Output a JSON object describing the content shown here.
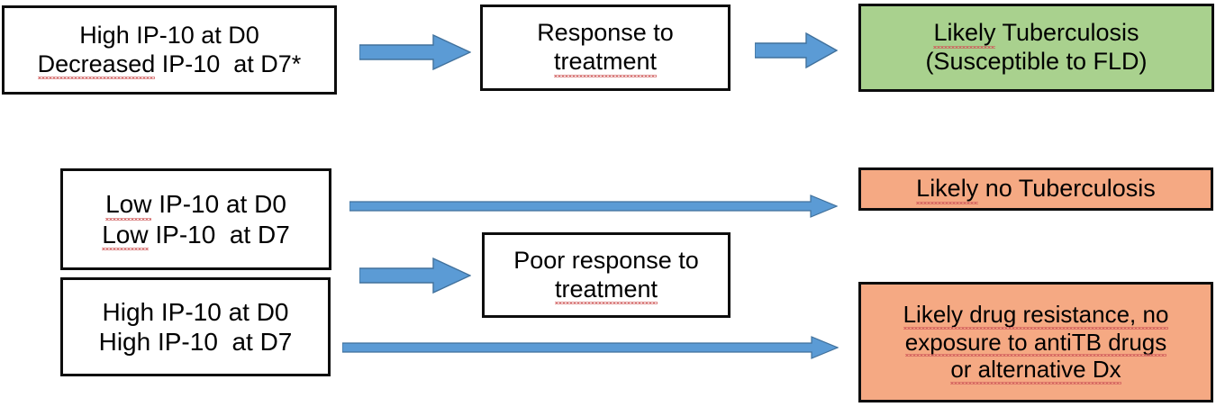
{
  "diagram": {
    "title": "IP-10 kinetics interpretation flow",
    "colors": {
      "arrow_blue": "#5b9bd5",
      "arrow_blue_stroke": "#41719c",
      "green_box": "#a9d18e",
      "peach_box": "#f5a983",
      "border": "#0d0d0d",
      "text": "#000000"
    },
    "nodes": {
      "high_d0_decreased_d7": {
        "label": "High IP-10 at D0 / Decreased IP-10  at D7*",
        "lines": [
          "High IP-10 at D0",
          "Decreased IP-10  at D7*"
        ],
        "squiggle_word": "Decreased"
      },
      "response_to_treatment": {
        "label": "Response to treatment",
        "lines": [
          "Response to",
          "treatment"
        ],
        "squiggle_word": "treatment"
      },
      "likely_tuberculosis": {
        "label": "Likely Tuberculosis (Susceptible to FLD)",
        "lines": [
          "Likely Tuberculosis",
          "(Susceptible to FLD)"
        ],
        "squiggle_word": "Likely"
      },
      "low_d0_low_d7": {
        "label": "Low IP-10 at D0 / Low IP-10  at D7",
        "lines": [
          "Low IP-10 at D0",
          "Low IP-10  at D7"
        ],
        "squiggle_word": "Low"
      },
      "high_d0_high_d7": {
        "label": "High IP-10 at D0 / High IP-10  at D7",
        "lines": [
          "High IP-10 at D0",
          "High IP-10  at D7"
        ]
      },
      "poor_response_to_treatment": {
        "label": "Poor response to treatment",
        "lines": [
          "Poor response to",
          "treatment"
        ],
        "squiggle_word": "treatment"
      },
      "likely_no_tuberculosis": {
        "label": "Likely no Tuberculosis",
        "lines": [
          "Likely no Tuberculosis"
        ],
        "squiggle_word": "Likely"
      },
      "likely_drug_resistance": {
        "label": "Likely drug resistance, no exposure to antiTB drugs or alternative Dx",
        "lines": [
          "Likely drug resistance, no",
          "exposure to antiTB drugs",
          "or alternative Dx"
        ]
      }
    },
    "arrows": {
      "block_1": {
        "from": "high_d0_decreased_d7",
        "to": "response_to_treatment",
        "style": "block"
      },
      "block_2": {
        "from": "response_to_treatment",
        "to": "likely_tuberculosis",
        "style": "block"
      },
      "block_3": {
        "from": "high_d0_high_d7",
        "to": "poor_response_to_treatment",
        "style": "block"
      },
      "line_1": {
        "from": "low_d0_low_d7",
        "to": "likely_no_tuberculosis",
        "style": "thin"
      },
      "line_2": {
        "from": "high_d0_high_d7",
        "to": "likely_drug_resistance",
        "style": "thin"
      }
    }
  }
}
